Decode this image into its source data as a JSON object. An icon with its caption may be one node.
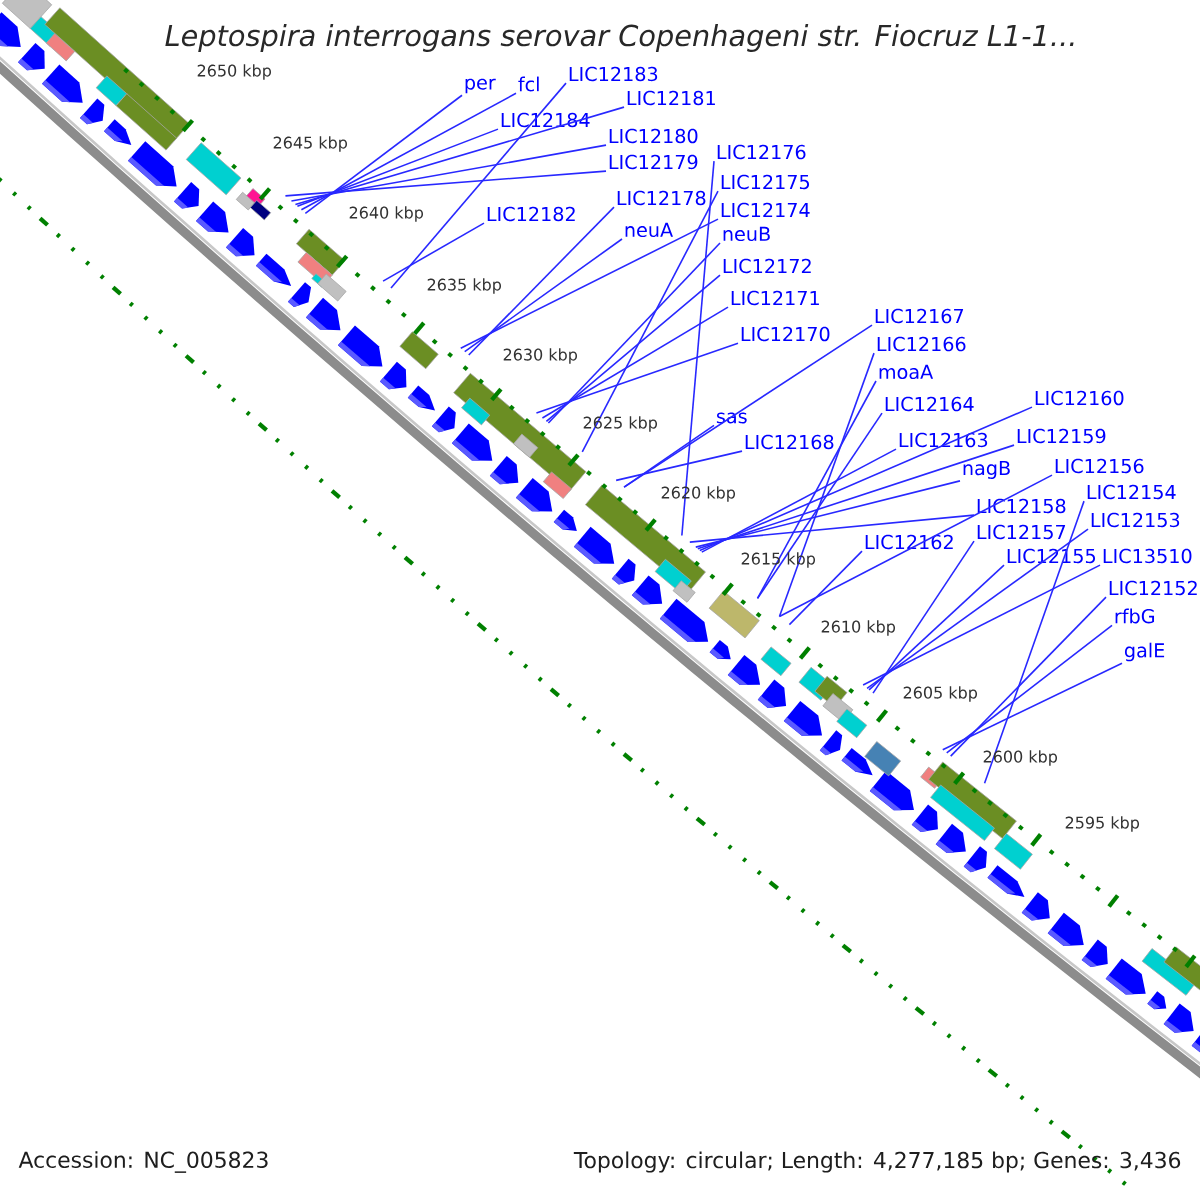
{
  "diagram": {
    "title": "Leptospira interrogans serovar Copenhageni str. Fiocruz L1-1...",
    "nodes": [
      {
        "text": [
          "per"
        ]
      },
      {
        "text": [
          "fcl"
        ]
      },
      {
        "text": [
          "LIC12183"
        ]
      },
      {
        "text": [
          "LIC12184"
        ]
      },
      {
        "text": [
          "LIC12181"
        ]
      },
      {
        "text": [
          "LIC12180"
        ]
      },
      {
        "text": [
          "LIC12179"
        ]
      },
      {
        "text": [
          "LIC12182"
        ]
      },
      {
        "text": [
          "LIC12178"
        ]
      },
      {
        "text": [
          "neuA"
        ]
      },
      {
        "text": [
          "LIC12176"
        ]
      },
      {
        "text": [
          "LIC12175"
        ]
      },
      {
        "text": [
          "LIC12174"
        ]
      },
      {
        "text": [
          "neuB"
        ]
      },
      {
        "text": [
          "LIC12172"
        ]
      },
      {
        "text": [
          "LIC12171"
        ]
      },
      {
        "text": [
          "LIC12170"
        ]
      },
      {
        "text": [
          "sas"
        ]
      },
      {
        "text": [
          "LIC12168"
        ]
      },
      {
        "text": [
          "LIC12167"
        ]
      },
      {
        "text": [
          "LIC12166"
        ]
      },
      {
        "text": [
          "moaA"
        ]
      },
      {
        "text": [
          "LIC12164"
        ]
      },
      {
        "text": [
          "LIC12163"
        ]
      },
      {
        "text": [
          "nagB"
        ]
      },
      {
        "text": [
          "LIC12162"
        ]
      },
      {
        "text": [
          "LIC12160"
        ]
      },
      {
        "text": [
          "LIC12159"
        ]
      },
      {
        "text": [
          "LIC12158"
        ]
      },
      {
        "text": [
          "LIC12157"
        ]
      },
      {
        "text": [
          "LIC12156"
        ]
      },
      {
        "text": [
          "LIC12155"
        ]
      },
      {
        "text": [
          "LIC12154"
        ]
      },
      {
        "text": [
          "LIC12153"
        ]
      },
      {
        "text": [
          "LIC13510"
        ]
      },
      {
        "text": [
          "LIC12152"
        ]
      },
      {
        "text": [
          "rfbG"
        ]
      },
      {
        "text": [
          "galE"
        ]
      }
    ],
    "edges": [
      {
        "from": 0,
        "to": null,
        "arrow": "none"
      },
      {
        "from": 1,
        "to": null,
        "arrow": "none"
      },
      {
        "from": 2,
        "to": null,
        "arrow": "none"
      },
      {
        "from": 3,
        "to": null,
        "arrow": "none"
      },
      {
        "from": 4,
        "to": null,
        "arrow": "none"
      },
      {
        "from": 5,
        "to": null,
        "arrow": "none"
      },
      {
        "from": 6,
        "to": null,
        "arrow": "none"
      },
      {
        "from": 7,
        "to": null,
        "arrow": "none"
      },
      {
        "from": 8,
        "to": null,
        "arrow": "none"
      },
      {
        "from": 9,
        "to": null,
        "arrow": "none"
      },
      {
        "from": 10,
        "to": null,
        "arrow": "none"
      },
      {
        "from": 11,
        "to": null,
        "arrow": "none"
      },
      {
        "from": 12,
        "to": null,
        "arrow": "none"
      },
      {
        "from": 13,
        "to": null,
        "arrow": "none"
      },
      {
        "from": 14,
        "to": null,
        "arrow": "none"
      },
      {
        "from": 15,
        "to": null,
        "arrow": "none"
      },
      {
        "from": 16,
        "to": null,
        "arrow": "none"
      },
      {
        "from": 17,
        "to": null,
        "arrow": "none"
      },
      {
        "from": 18,
        "to": null,
        "arrow": "none"
      },
      {
        "from": 19,
        "to": null,
        "arrow": "none"
      },
      {
        "from": 20,
        "to": null,
        "arrow": "none"
      },
      {
        "from": 21,
        "to": null,
        "arrow": "none"
      },
      {
        "from": 22,
        "to": null,
        "arrow": "none"
      },
      {
        "from": 23,
        "to": null,
        "arrow": "none"
      },
      {
        "from": 24,
        "to": null,
        "arrow": "none"
      },
      {
        "from": 25,
        "to": null,
        "arrow": "none"
      },
      {
        "from": 26,
        "to": null,
        "arrow": "none"
      },
      {
        "from": 27,
        "to": null,
        "arrow": "none"
      },
      {
        "from": 28,
        "to": null,
        "arrow": "none"
      },
      {
        "from": 29,
        "to": null,
        "arrow": "none"
      },
      {
        "from": 30,
        "to": null,
        "arrow": "none"
      },
      {
        "from": 31,
        "to": null,
        "arrow": "none"
      },
      {
        "from": 32,
        "to": null,
        "arrow": "none"
      },
      {
        "from": 33,
        "to": null,
        "arrow": "none"
      },
      {
        "from": 34,
        "to": null,
        "arrow": "none"
      },
      {
        "from": 35,
        "to": null,
        "arrow": "none"
      },
      {
        "from": 36,
        "to": null,
        "arrow": "none"
      },
      {
        "from": 37,
        "to": null,
        "arrow": "none"
      }
    ],
    "labels": [
      "2650 kbp",
      "2645 kbp",
      "2640 kbp",
      "2635 kbp",
      "2630 kbp",
      "2625 kbp",
      "2620 kbp",
      "2615 kbp",
      "2610 kbp",
      "2605 kbp",
      "2600 kbp",
      "2595 kbp",
      "Accession: NC_005823",
      "Topology: circular; Length: 4,277,185 bp; Genes: 3,436"
    ]
  }
}
